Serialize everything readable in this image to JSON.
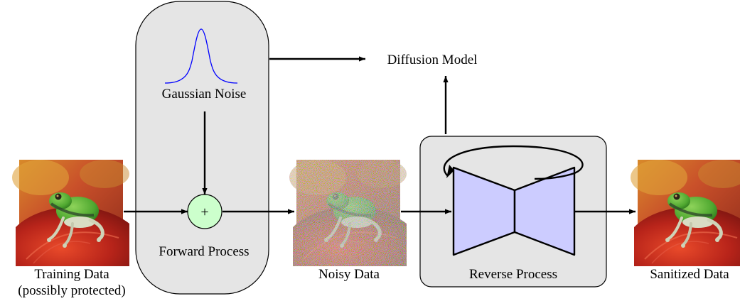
{
  "labels": {
    "training_line1": "Training Data",
    "training_line2": "(possibly protected)",
    "gaussian_noise": "Gaussian Noise",
    "forward_process": "Forward Process",
    "noisy_data": "Noisy Data",
    "diffusion_model": "Diffusion Model",
    "reverse_process": "Reverse Process",
    "sanitized_data": "Sanitized Data",
    "plus_symbol": "+"
  },
  "colors": {
    "forward_panel": "#e5e5e5",
    "reverse_panel": "#e5e5e5",
    "adder_fill": "#ccffcc",
    "network_fill": "#ccccff",
    "gaussian_curve": "#0000ff",
    "frog_green": "#5fb83a",
    "leaf_red": "#c0281c"
  },
  "icons": {
    "training_image": "frog-on-red-leaf-photo",
    "noisy_image": "noisy-frog-photo",
    "sanitized_image": "clean-frog-photo",
    "network": "encoder-decoder-hourglass",
    "adder": "plus-circle",
    "noise": "gaussian-bell-curve"
  }
}
